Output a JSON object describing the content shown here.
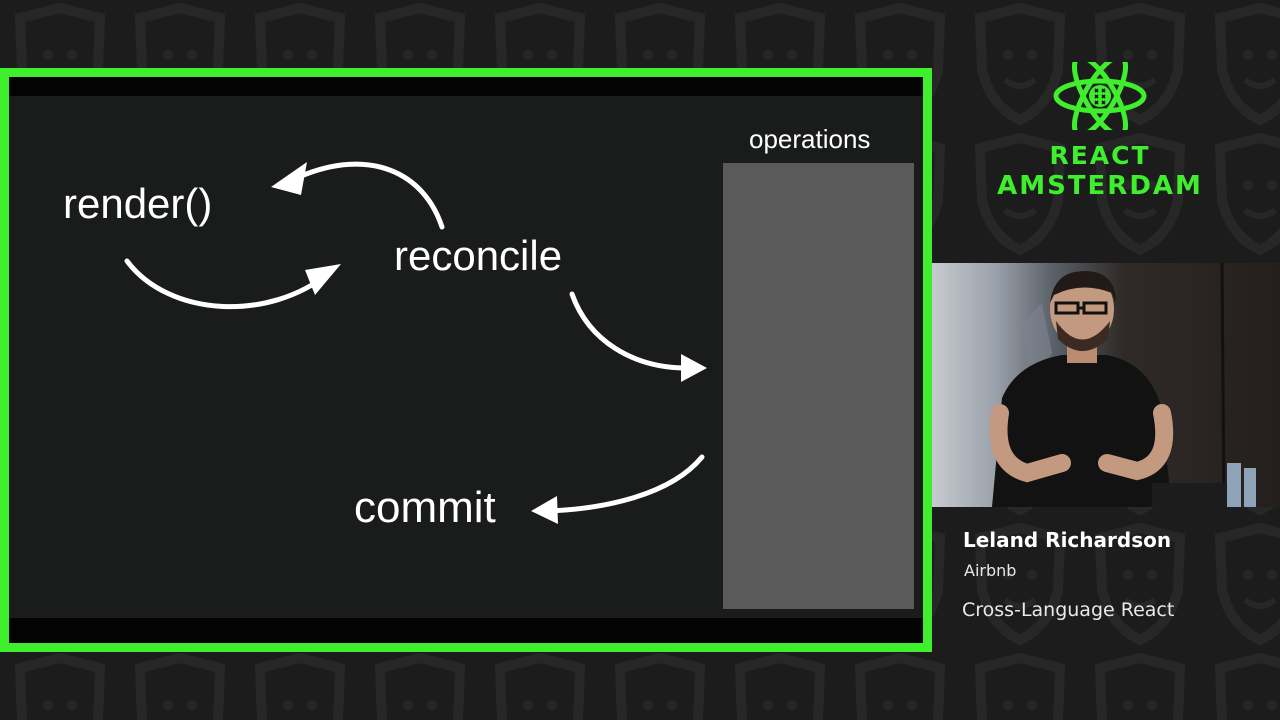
{
  "colors": {
    "accent": "#3fee2c",
    "background": "#1b1c1b",
    "slide_background": "#1a1c1b",
    "operations_box": "#595a59"
  },
  "slide": {
    "render_label": "render()",
    "reconcile_label": "reconcile",
    "commit_label": "commit",
    "operations_label": "operations"
  },
  "conference": {
    "logo_icon": "react-atom-icon",
    "line1": "REACT",
    "line2": "AMSTERDAM"
  },
  "speaker": {
    "name": "Leland Richardson",
    "company": "Airbnb",
    "talk_title": "Cross-Language React"
  }
}
